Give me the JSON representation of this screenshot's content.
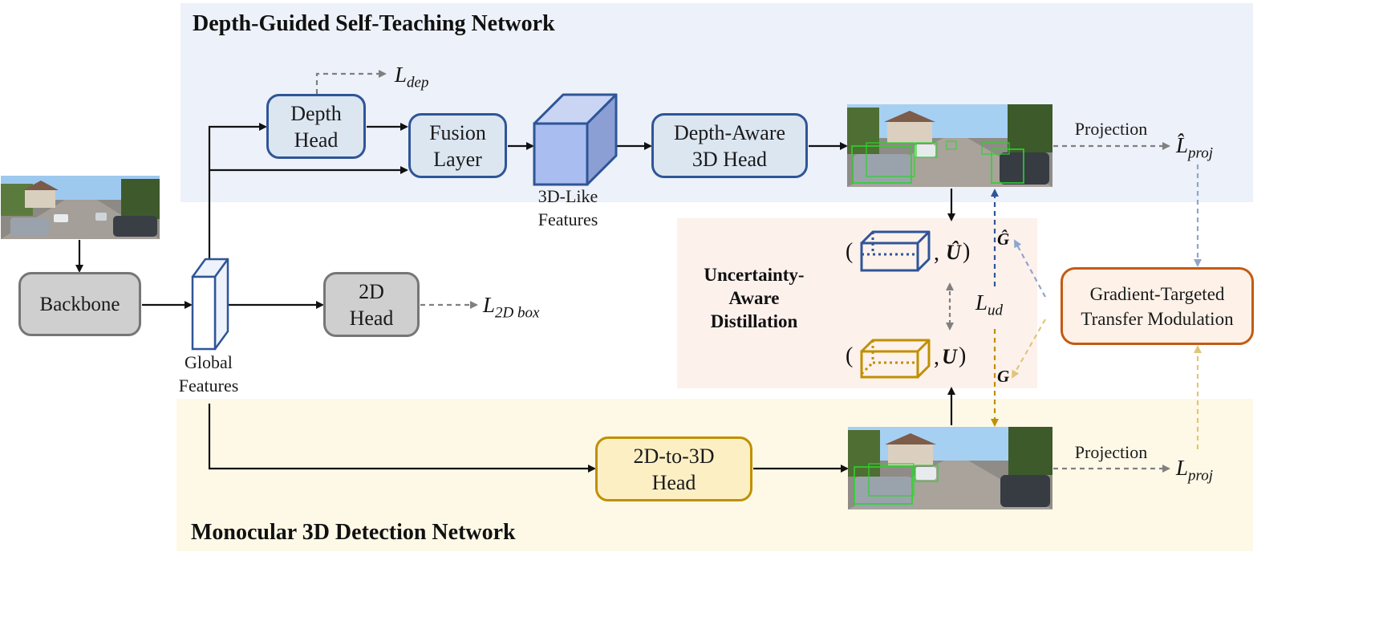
{
  "regions": {
    "top_title": "Depth-Guided Self-Teaching Network",
    "bottom_title": "Monocular 3D Detection Network",
    "middle_title_lines": [
      "Uncertainty-",
      "Aware",
      "Distillation"
    ]
  },
  "boxes": {
    "backbone": "Backbone",
    "depth_head": [
      "Depth",
      "Head"
    ],
    "fusion_layer": [
      "Fusion",
      "Layer"
    ],
    "depth_aware_head": [
      "Depth-Aware",
      "3D Head"
    ],
    "head_2d": [
      "2D",
      "Head"
    ],
    "head_2d_to_3d": [
      "2D-to-3D",
      "Head"
    ],
    "gradient_modulation": [
      "Gradient-Targeted",
      "Transfer Modulation"
    ]
  },
  "labels": {
    "features_3d_like": [
      "3D-Like",
      "Features"
    ],
    "global_features": [
      "Global",
      "Features"
    ],
    "projection_top": "Projection",
    "projection_bottom": "Projection"
  },
  "math": {
    "l_dep": {
      "base": "L",
      "sub": "dep"
    },
    "l_2dbox": {
      "base": "L",
      "sub": "2D box"
    },
    "l_proj_hat": {
      "base": "L̂",
      "sub": "proj"
    },
    "l_proj": {
      "base": "L",
      "sub": "proj"
    },
    "l_ud": {
      "base": "L",
      "sub": "ud"
    },
    "g_hat": "Ĝ",
    "g": "G",
    "u_hat": "Û",
    "u": "U",
    "tuple_open": "(",
    "tuple_close": ")",
    "comma": ","
  },
  "colors": {
    "top_region": "#edf1f9",
    "bottom_region": "#fef9e7",
    "middle_region": "#fdf1ec",
    "blue_accent": "#2f5597",
    "yellow_accent": "#bf9000",
    "orange_accent": "#c55a11",
    "gray_accent": "#767676"
  }
}
